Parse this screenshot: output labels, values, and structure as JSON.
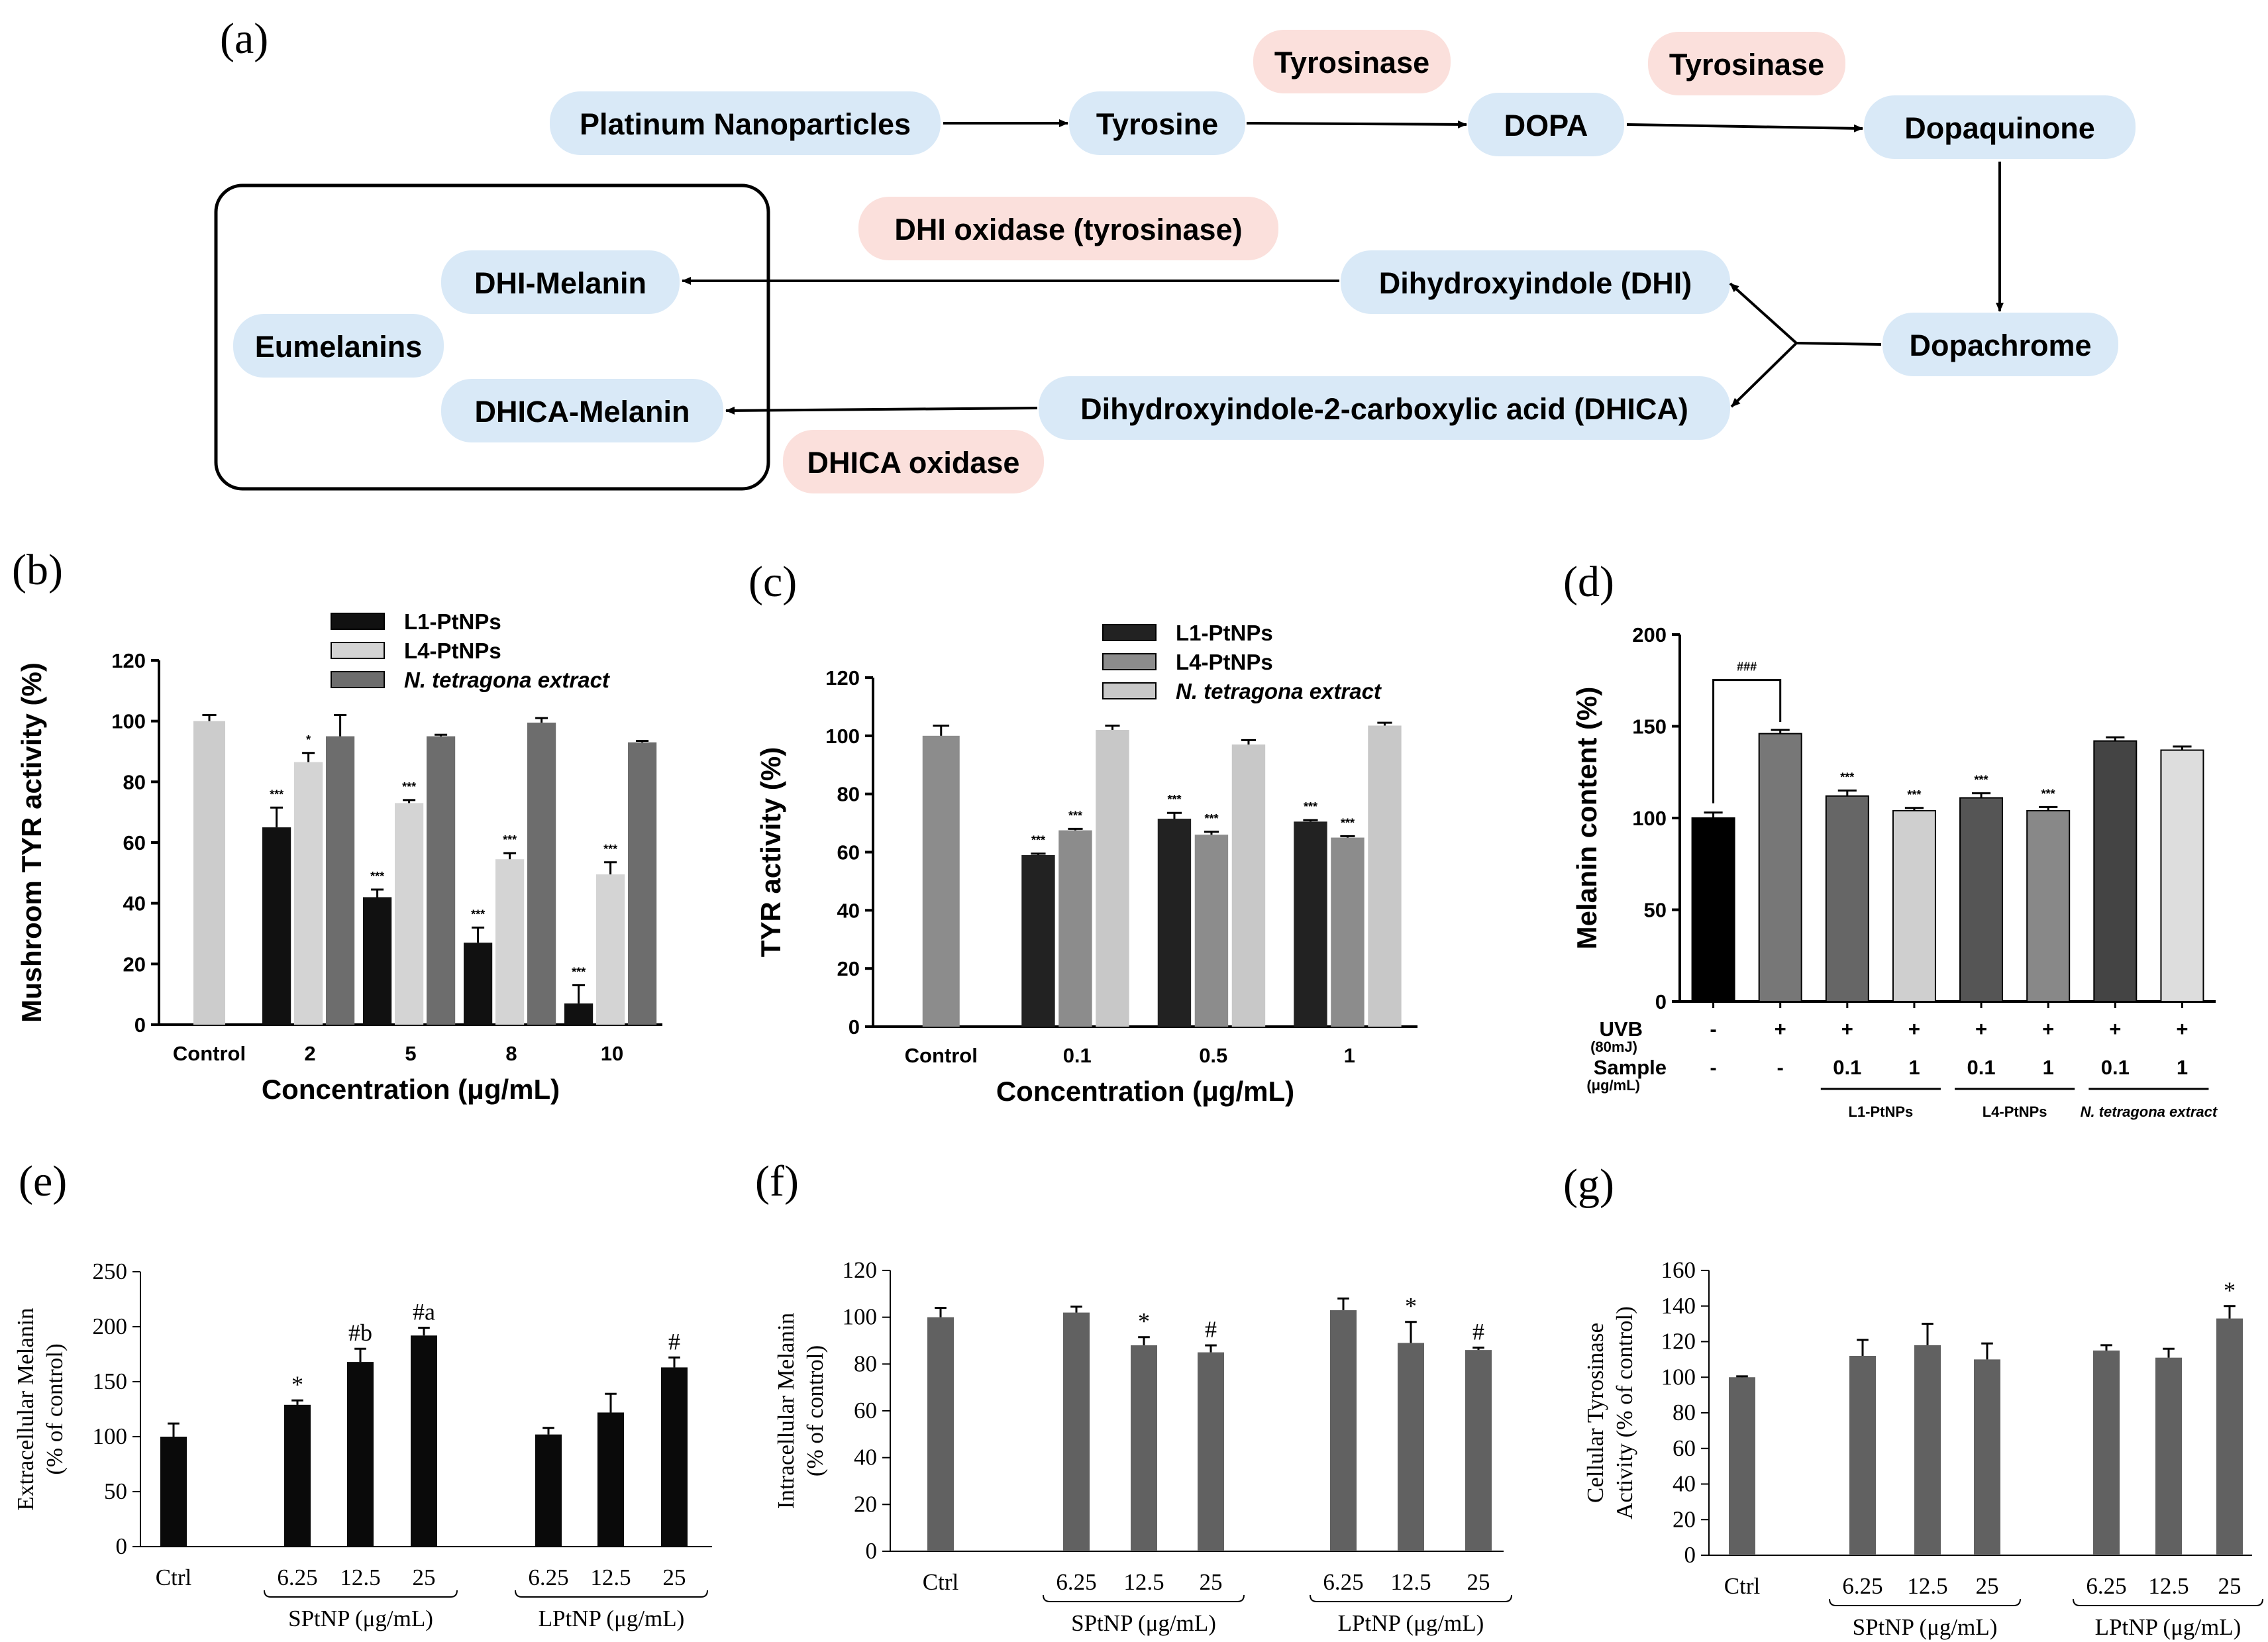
{
  "panel_labels": [
    "(a)",
    "(b)",
    "(c)",
    "(d)",
    "(e)",
    "(f)",
    "(g)"
  ],
  "diagram": {
    "nodes": {
      "ptnp": "Platinum Nanoparticles",
      "tyrosine": "Tyrosine",
      "dopa": "DOPA",
      "dopaquinone": "Dopaquinone",
      "dopachrome": "Dopachrome",
      "dhi": "Dihydroxyindole (DHI)",
      "dhica": "Dihydroxyindole-2-carboxylic acid (DHICA)",
      "dhi_melanin": "DHI-Melanin",
      "dhica_melanin": "DHICA-Melanin",
      "eumelanins": "Eumelanins"
    },
    "enzymes": {
      "tyr1": "Tyrosinase",
      "tyr2": "Tyrosinase",
      "dhi_ox": "DHI oxidase (tyrosinase)",
      "dhica_ox": "DHICA oxidase"
    },
    "colors": {
      "node": "#d9e9f7",
      "enzyme": "#fbe0dc",
      "arrow": "#000000"
    }
  },
  "chart_data": [
    {
      "panel": "(b)",
      "type": "bar",
      "categories": [
        "Control",
        "2",
        "5",
        "8",
        "10"
      ],
      "xlabel": "Concentration (μg/mL)",
      "ylabel": "Mushroom TYR activity (%)",
      "ylim": [
        0,
        120
      ],
      "yticks": [
        0,
        20,
        40,
        60,
        80,
        100,
        120
      ],
      "legend": "top-right",
      "control": {
        "value": 100,
        "err": 2,
        "color": "#cccccc"
      },
      "series": [
        {
          "name": "L1-PtNPs",
          "color": "#111111",
          "values": [
            null,
            65,
            42,
            27,
            7
          ],
          "errors": [
            null,
            6.5,
            2.5,
            5,
            6
          ],
          "sig": [
            null,
            "***",
            "***",
            "***",
            "***"
          ]
        },
        {
          "name": "L4-PtNPs",
          "color": "#d4d4d4",
          "values": [
            null,
            86.5,
            73,
            54.5,
            49.5
          ],
          "errors": [
            null,
            3,
            1,
            2,
            4
          ],
          "sig": [
            null,
            "*",
            "***",
            "***",
            "***"
          ]
        },
        {
          "name": "N. tetragona extract",
          "color": "#6d6d6d",
          "values": [
            null,
            95,
            95,
            99.5,
            93
          ],
          "errors": [
            null,
            7,
            0.5,
            1.5,
            0.5
          ],
          "sig": [
            null,
            "",
            "",
            "",
            ""
          ]
        }
      ]
    },
    {
      "panel": "(c)",
      "type": "bar",
      "categories": [
        "Control",
        "0.1",
        "0.5",
        "1"
      ],
      "xlabel": "Concentration (μg/mL)",
      "ylabel": "TYR activity (%)",
      "ylim": [
        0,
        120
      ],
      "yticks": [
        0,
        20,
        40,
        60,
        80,
        100,
        120
      ],
      "legend": "top-right",
      "control": {
        "value": 100,
        "err": 3.5,
        "color": "#8c8c8c"
      },
      "series": [
        {
          "name": "L1-PtNPs",
          "color": "#222222",
          "values": [
            null,
            59,
            71.5,
            70.5
          ],
          "errors": [
            null,
            0.5,
            2,
            0.5
          ],
          "sig": [
            null,
            "***",
            "***",
            "***"
          ]
        },
        {
          "name": "L4-PtNPs",
          "color": "#8c8c8c",
          "values": [
            null,
            67.5,
            66,
            65
          ],
          "errors": [
            null,
            0.5,
            1,
            0.5
          ],
          "sig": [
            null,
            "***",
            "***",
            "***"
          ]
        },
        {
          "name": "N. tetragona extract",
          "color": "#c8c8c8",
          "values": [
            null,
            102,
            97,
            103.5
          ],
          "errors": [
            null,
            1.5,
            1.5,
            1
          ],
          "sig": [
            null,
            "",
            "",
            ""
          ]
        }
      ]
    },
    {
      "panel": "(d)",
      "type": "bar",
      "ylabel": "Melanin content (%)",
      "ylim": [
        0,
        200
      ],
      "yticks": [
        0,
        50,
        100,
        150,
        200
      ],
      "values": [
        100,
        146,
        112,
        104,
        111,
        104,
        142,
        137
      ],
      "errors": [
        3,
        2,
        3,
        1.5,
        2.5,
        2,
        2,
        2
      ],
      "colors": [
        "#000000",
        "#777777",
        "#666666",
        "#cfcfcf",
        "#555555",
        "#888888",
        "#444444",
        "#dddddd"
      ],
      "sig": [
        "",
        "",
        "***",
        "***",
        "***",
        "***",
        "",
        ""
      ],
      "uvb_label": "UVB",
      "uvb_unit": "(80mJ)",
      "uvb": [
        "-",
        "+",
        "+",
        "+",
        "+",
        "+",
        "+",
        "+"
      ],
      "sample_label": "Sample",
      "sample_unit": "(μg/mL)",
      "sample": [
        "-",
        "-",
        "0.1",
        "1",
        "0.1",
        "1",
        "0.1",
        "1"
      ],
      "groups": [
        "L1-PtNPs",
        "L4-PtNPs",
        "N. tetragona extract"
      ],
      "bracket_label": "###"
    },
    {
      "panel": "(e)",
      "type": "bar",
      "categories": [
        "Ctrl",
        "6.25",
        "12.5",
        "25",
        "6.25",
        "12.5",
        "25"
      ],
      "groups": [
        "SPtNP (μg/mL)",
        "LPtNP (μg/mL)"
      ],
      "ylabel": "Extracellular Melanin",
      "ylabel2": "(% of control)",
      "ylim": [
        0,
        250
      ],
      "yticks": [
        0,
        50,
        100,
        150,
        200,
        250
      ],
      "values": [
        100,
        129,
        168,
        192,
        102,
        122,
        163
      ],
      "errors": [
        12,
        4,
        12,
        7,
        6,
        17,
        9
      ],
      "sig": [
        "",
        "*",
        "#b",
        "#a",
        "",
        "",
        "#"
      ],
      "color": "#0a0a0a"
    },
    {
      "panel": "(f)",
      "type": "bar",
      "categories": [
        "Ctrl",
        "6.25",
        "12.5",
        "25",
        "6.25",
        "12.5",
        "25"
      ],
      "groups": [
        "SPtNP (μg/mL)",
        "LPtNP (μg/mL)"
      ],
      "ylabel": "Intracellular Melanin",
      "ylabel2": "(% of control)",
      "ylim": [
        0,
        120
      ],
      "yticks": [
        0,
        20,
        40,
        60,
        80,
        100,
        120
      ],
      "values": [
        100,
        102,
        88,
        85,
        103,
        89,
        86
      ],
      "errors": [
        4,
        2.5,
        3.5,
        3,
        5,
        9,
        1
      ],
      "sig": [
        "",
        "",
        "*",
        "#",
        "",
        "*",
        "#"
      ],
      "color": "#616161"
    },
    {
      "panel": "(g)",
      "type": "bar",
      "categories": [
        "Ctrl",
        "6.25",
        "12.5",
        "25",
        "6.25",
        "12.5",
        "25"
      ],
      "groups": [
        "SPtNP (μg/mL)",
        "LPtNP (μg/mL)"
      ],
      "ylabel": "Cellular Tyrosinase",
      "ylabel2": "Activity (% of control)",
      "ylim": [
        0,
        160
      ],
      "yticks": [
        0,
        20,
        40,
        60,
        80,
        100,
        120,
        140,
        160
      ],
      "values": [
        100,
        112,
        118,
        110,
        115,
        111,
        133
      ],
      "errors": [
        0.5,
        9,
        12,
        9,
        3,
        5,
        7
      ],
      "sig": [
        "",
        "",
        "",
        "",
        "",
        "",
        "*"
      ],
      "color": "#616161"
    }
  ]
}
